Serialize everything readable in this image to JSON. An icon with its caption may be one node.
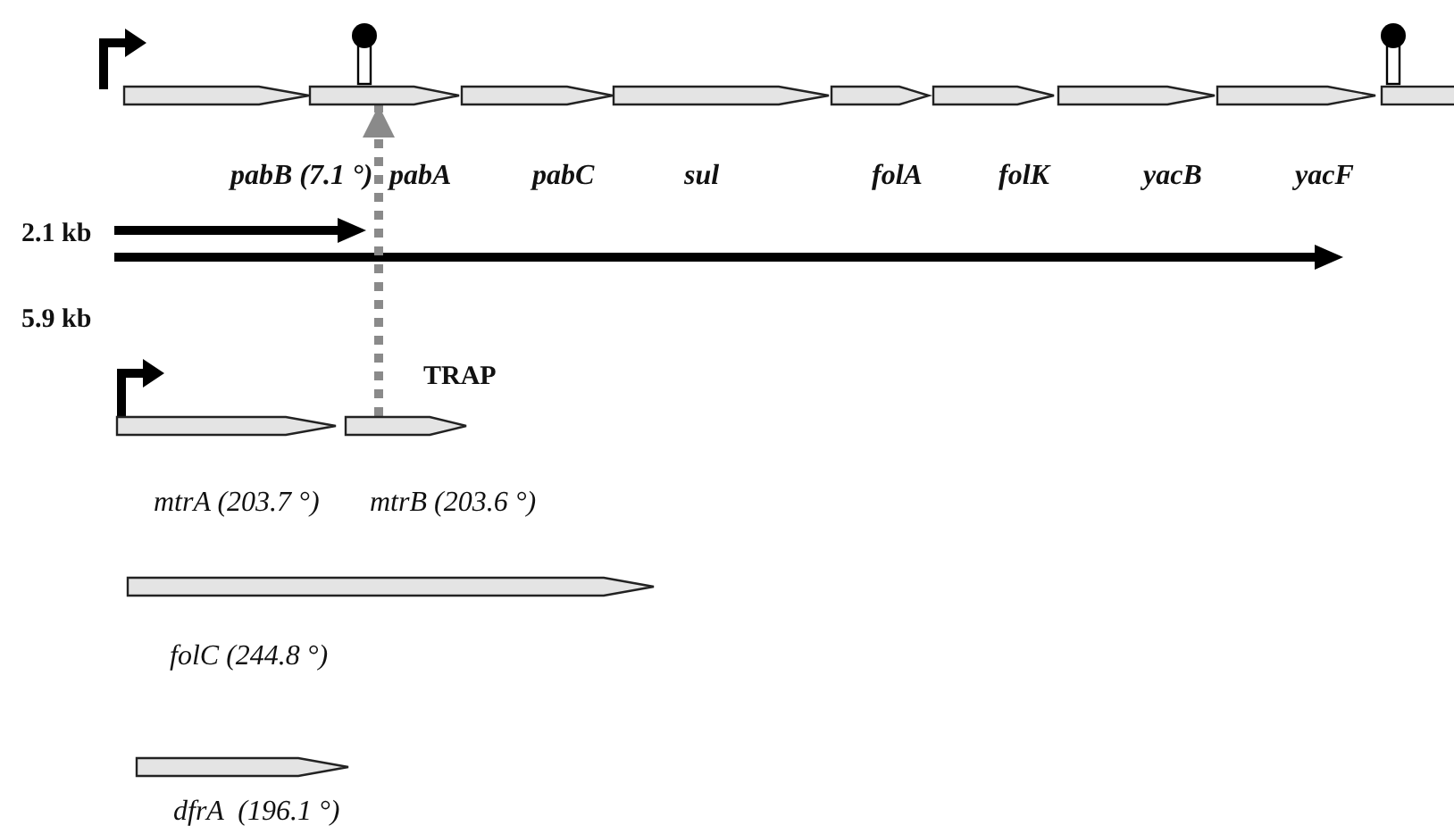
{
  "diagram": {
    "nodes": [
      {
        "text": [
          "pabB (7.1 °)"
        ]
      },
      {
        "text": [
          "pabA"
        ]
      },
      {
        "text": [
          "pabC"
        ]
      },
      {
        "text": [
          "sul"
        ]
      },
      {
        "text": [
          "folA"
        ]
      },
      {
        "text": [
          "folK"
        ]
      },
      {
        "text": [
          "yacB"
        ]
      },
      {
        "text": [
          "yacF"
        ]
      },
      {
        "text": [],
        "shape": "box"
      },
      {
        "text": [
          "mtrA (203.7 °)"
        ]
      },
      {
        "text": [
          "mtrB (203.6 °)"
        ]
      },
      {
        "text": [
          "folC (244.8 °)"
        ]
      },
      {
        "text": [
          "dfrA  (196.1 °)"
        ]
      }
    ],
    "edges": [
      {
        "from": 10,
        "to": 1,
        "arrow": "to",
        "label": "TRAP",
        "style": "dashed",
        "color": "#8a8a8a"
      }
    ],
    "labels": [
      "2.1 kb",
      "5.9 kb"
    ]
  }
}
